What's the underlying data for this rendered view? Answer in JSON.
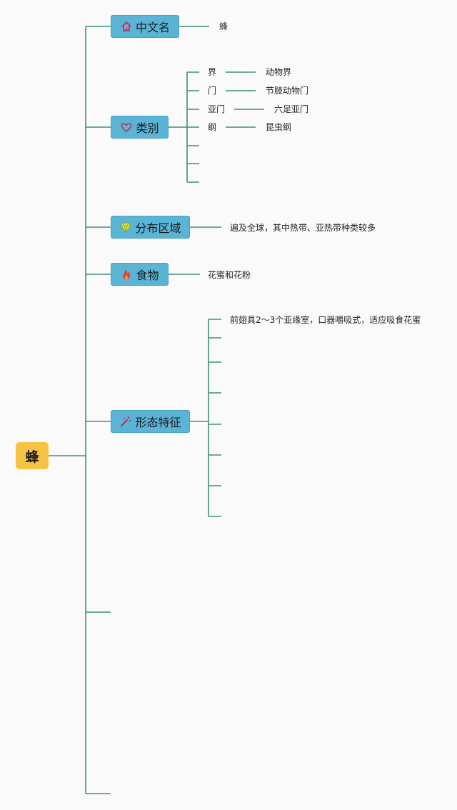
{
  "root": {
    "label": "蜂"
  },
  "branches": {
    "name": {
      "label": "中文名",
      "icon": "home-icon",
      "value": "蜂"
    },
    "category": {
      "label": "类别",
      "icon": "heart-icon",
      "rows": [
        {
          "key": "界",
          "value": "动物界"
        },
        {
          "key": "门",
          "value": "节肢动物门"
        },
        {
          "key": "亚门",
          "value": "六足亚门"
        },
        {
          "key": "纲",
          "value": "昆虫纲"
        }
      ]
    },
    "distribution": {
      "label": "分布区域",
      "icon": "diamond-icon",
      "value": "遍及全球，其中热带、亚热带种类较多"
    },
    "food": {
      "label": "食物",
      "icon": "flame-icon",
      "value": "花蜜和花粉"
    },
    "morphology": {
      "label": "形态特征",
      "icon": "wand-icon",
      "value": "前翅具2～3个亚缘室，口器嚼吸式，适应吸食花蜜"
    }
  },
  "colors": {
    "connector": "#3f8f78",
    "root_fill": "#f7c344",
    "branch_fill": "#5ab4d6"
  }
}
